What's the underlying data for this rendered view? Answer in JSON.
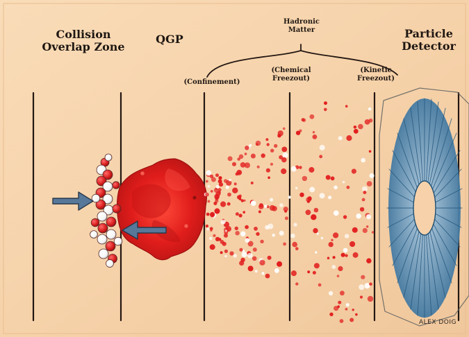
{
  "labels": {
    "collision": "Collision\nOverlap Zone",
    "qgp": "QGP",
    "hadronic": "Hadronic\nMatter",
    "detector": "Particle\nDetector",
    "confinement": "(Confinement)",
    "chemical": "(Chemical\nFreezout)",
    "kinetic": "(Kinetic\nFreezout)",
    "signature": "ALEX DOIG"
  },
  "colors": {
    "paper": "#f7d7b2",
    "ink": "#1f1712",
    "plasma": "#e11d1d",
    "plasma_dark": "#b51414",
    "white_particle": "#ffffff",
    "arrow": "#4f6f8f",
    "detector": "#3f7ea1"
  },
  "icons": {
    "arrow_left_in": "blue-arrow-right",
    "arrow_right_in": "blue-arrow-left"
  }
}
